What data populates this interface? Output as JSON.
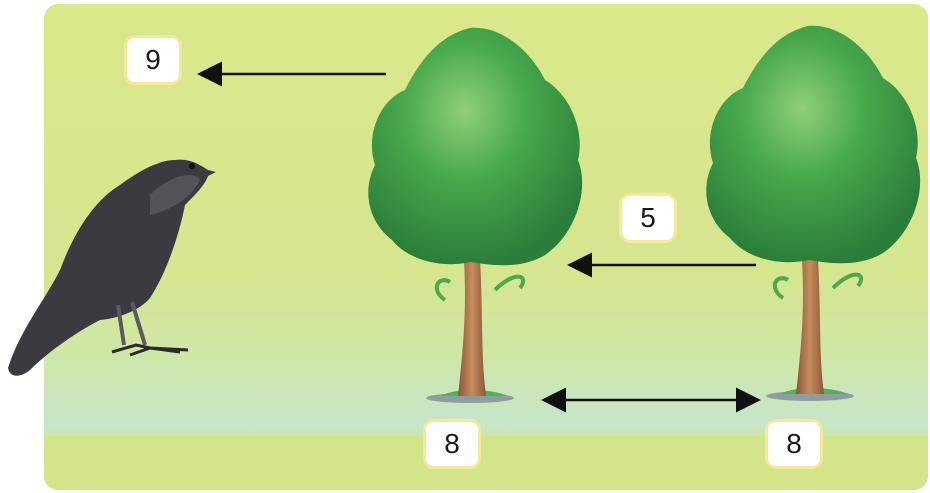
{
  "labels": {
    "bird_to_tree": "9",
    "between_trees": "5",
    "left_tree_base": "8",
    "right_tree_base": "8"
  },
  "colors": {
    "background": "#d8e78c",
    "foliage": "#3fa64a",
    "trunk": "#b77a4f",
    "bird": "#3b3a40",
    "arrow": "#111111"
  }
}
